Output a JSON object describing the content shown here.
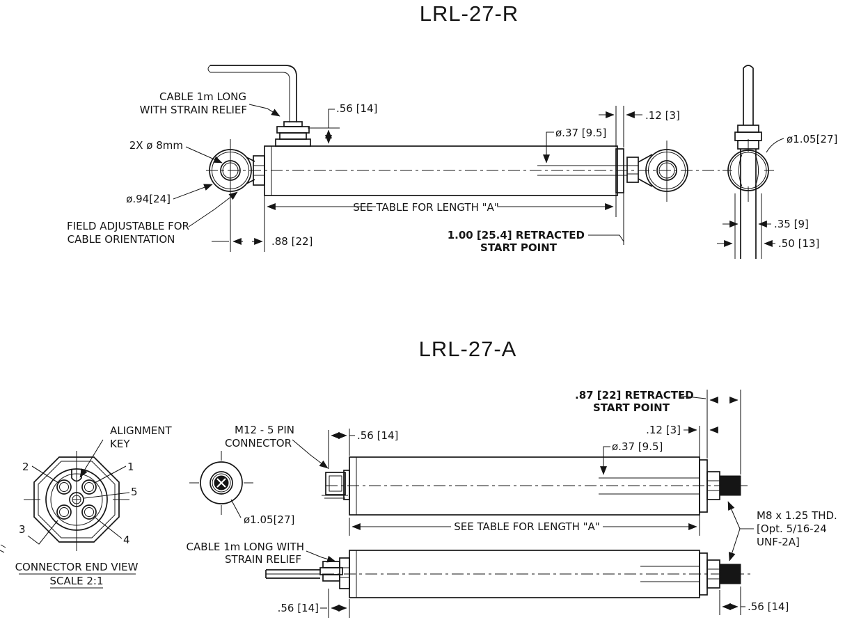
{
  "colors": {
    "ink": "#151515",
    "background": "#ffffff"
  },
  "lrl27r": {
    "title": "LRL-27-R",
    "labels": {
      "cable1": "CABLE 1m LONG",
      "cable2": "WITH STRAIN RELIEF",
      "bore": "2X ø 8mm",
      "eye_dia": "ø.94[24]",
      "field1": "FIELD ADJUSTABLE FOR",
      "field2": "CABLE ORIENTATION",
      "gland_height": ".56 [14]",
      "rod_dia": "ø.37 [9.5]",
      "end_gap": ".12 [3]",
      "length": "SEE TABLE FOR LENGTH \"A\"",
      "eye_offset": ".88 [22]",
      "retract1": "1.00 [25.4] RETRACTED",
      "retract2": "START POINT",
      "side_dia": "ø1.05[27]",
      "side_width_inner": ".35 [9]",
      "side_width_outer": ".50 [13]"
    }
  },
  "lrl27a": {
    "title": "LRL-27-A",
    "connector_view": {
      "align1": "ALIGNMENT",
      "align2": "KEY",
      "pin1": "1",
      "pin2": "2",
      "pin3": "3",
      "pin4": "4",
      "pin5": "5",
      "caption1": "CONNECTOR END VIEW",
      "caption2": "SCALE 2:1"
    },
    "labels": {
      "m12_1": "M12 - 5 PIN",
      "m12_2": "CONNECTOR",
      "face_dia": "ø1.05[27]",
      "conn_offset": ".56 [14]",
      "retract1": ".87 [22] RETRACTED",
      "retract2": "START POINT",
      "end_gap": ".12 [3]",
      "rod_dia": "ø.37 [9.5]",
      "length": "SEE TABLE FOR LENGTH \"A\"",
      "thread1": "M8 x 1.25 THD.",
      "thread2": "[Opt. 5/16-24",
      "thread3": "UNF-2A]",
      "cable1": "CABLE 1m LONG WITH",
      "cable2": "STRAIN RELIEF",
      "gland_offset": ".56 [14]",
      "stud_len": ".56 [14]"
    }
  }
}
